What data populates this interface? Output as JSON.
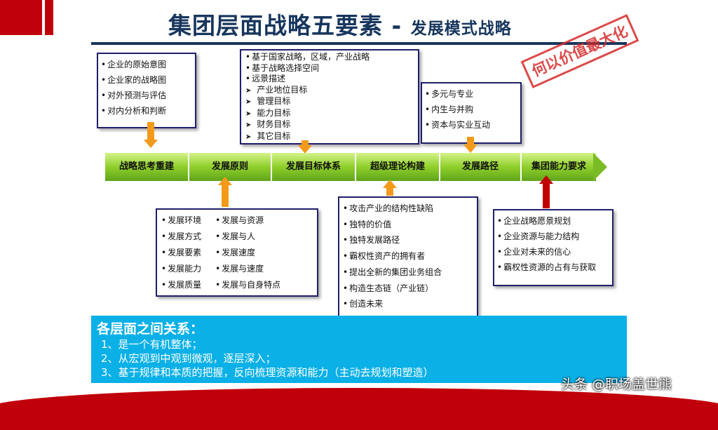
{
  "header": {
    "title_main": "集团层面战略五要素",
    "title_sep": " - ",
    "title_sub": "发展模式战略",
    "stamp": "何以价值最大化"
  },
  "colors": {
    "accent_red": "#c0000a",
    "title_blue": "#17365d",
    "band_green": "#8fcf2a",
    "arrow_orange": "#f39a1b",
    "arrow_red": "#c00000",
    "panel_blue": "#0ab0e6"
  },
  "stages": [
    "战略思考重建",
    "发展原则",
    "发展目标体系",
    "超级理论构建",
    "发展路径",
    "集团能力要求"
  ],
  "box_thinking": [
    "企业的原始意图",
    "企业家的战略图",
    "对外预测与评估",
    "对内分析和判断"
  ],
  "box_goals": {
    "bullets": [
      "基于国家战略，区域，产业战略",
      "基于战略选择空间",
      "远景描述"
    ],
    "arrows": [
      "产业地位目标",
      "管理目标",
      "能力目标",
      "财务目标",
      "其它目标"
    ]
  },
  "box_path": [
    "多元与专业",
    "内生与并购",
    "资本与实业互动"
  ],
  "box_principles": {
    "left": [
      "发展环境",
      "发展方式",
      "发展要素",
      "发展能力",
      "发展质量"
    ],
    "right": [
      "发展与资源",
      "发展与人",
      "发展速度",
      "发展与速度",
      "发展与自身特点"
    ]
  },
  "box_theory": [
    "攻击产业的结构性缺陷",
    "独特的价值",
    "独特发展路径",
    "霸权性资产的拥有者",
    "提出全新的集团业务组合",
    "构造生态链（产业链）",
    "创造未来"
  ],
  "box_capability": [
    "企业战略愿景规划",
    "企业资源与能力结构",
    "企业对未来的信心",
    "霸权性资源的占有与获取"
  ],
  "relations": {
    "title": "各层面之间关系：",
    "items": [
      "1、是一个有机整体；",
      "2、从宏观到中观到微观，逐层深入；",
      "3、基于规律和本质的把握，反向梳理资源和能力（主动去规划和塑造）"
    ]
  },
  "watermark": "头条 @职场盖世熊"
}
